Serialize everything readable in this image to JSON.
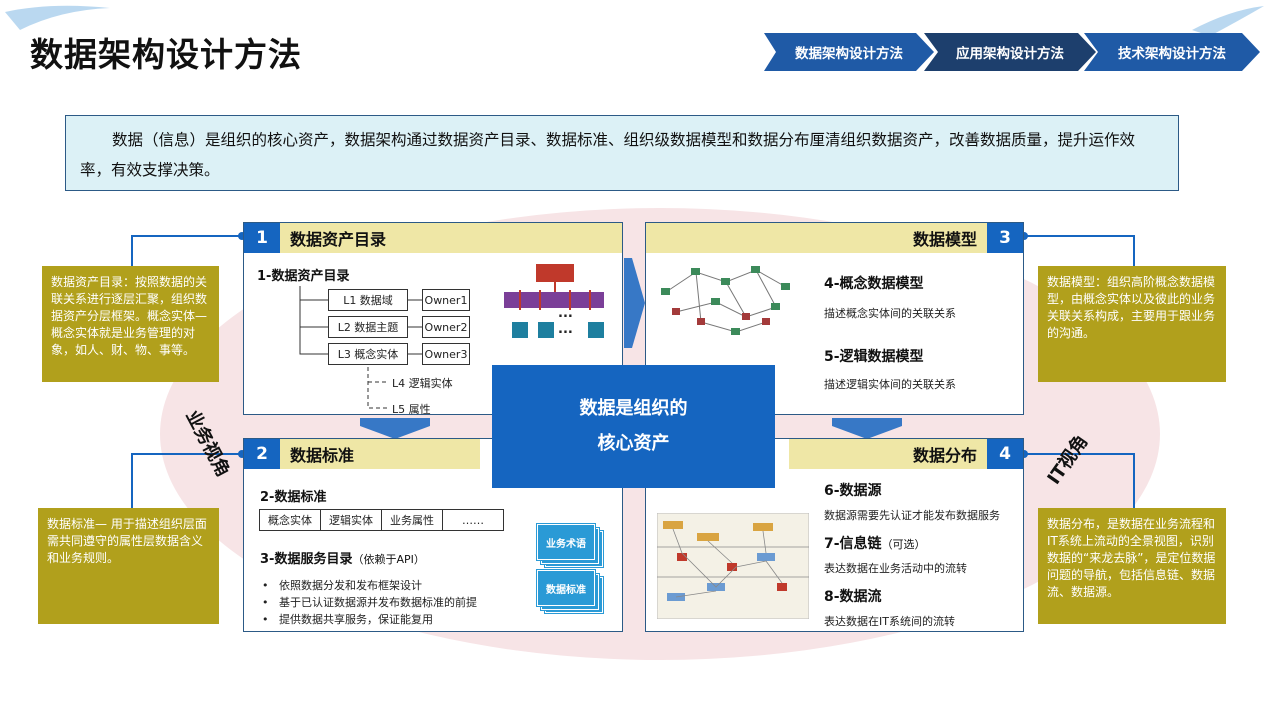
{
  "page_title": "数据架构设计方法",
  "nav_steps": [
    "数据架构设计方法",
    "应用架构设计方法",
    "技术架构设计方法"
  ],
  "intro_text": "数据（信息）是组织的核心资产，数据架构通过数据资产目录、数据标准、组织级数据模型和数据分布厘清组织数据资产，改善数据质量，提升运作效率，有效支撑决策。",
  "core": {
    "line1": "数据是组织的",
    "line2": "核心资产"
  },
  "side_labels": {
    "left": "业务视角",
    "right": "IT视角"
  },
  "panel1": {
    "num": "1",
    "title": "数据资产目录",
    "subtitle": "1-数据资产目录",
    "levels": [
      "L1 数据域",
      "L2 数据主题",
      "L3 概念实体"
    ],
    "owners": [
      "Owner1",
      "Owner2",
      "Owner3"
    ],
    "sub_levels": [
      "L4 逻辑实体",
      "L5 属性"
    ],
    "ellipsis": "..."
  },
  "panel2": {
    "num": "2",
    "title": "数据标准",
    "subtitle": "2-数据标准",
    "std_cells": [
      "概念实体",
      "逻辑实体",
      "业务属性",
      "……"
    ],
    "service_title": "3-数据服务目录",
    "service_note": "（依赖于API）",
    "bullets": [
      "依照数据分发和发布框架设计",
      "基于已认证数据源并发布数据标准的前提",
      "提供数据共享服务，保证能复用"
    ],
    "stack_labels": [
      "业务术语",
      "数据标准"
    ]
  },
  "panel3": {
    "num": "3",
    "title": "数据模型",
    "items": [
      {
        "title": "4-概念数据模型",
        "desc": "描述概念实体间的关联关系"
      },
      {
        "title": "5-逻辑数据模型",
        "desc": "描述逻辑实体间的关联关系"
      }
    ]
  },
  "panel4": {
    "num": "4",
    "title": "数据分布",
    "items": [
      {
        "title": "6-数据源",
        "note": "",
        "desc": "数据源需要先认证才能发布数据服务"
      },
      {
        "title": "7-信息链",
        "note": "（可选）",
        "desc": "表达数据在业务活动中的流转"
      },
      {
        "title": "8-数据流",
        "note": "",
        "desc": "表达数据在IT系统间的流转"
      }
    ]
  },
  "notes": {
    "note1": "数据资产目录：按照数据的关联关系进行逐层汇聚，组织数据资产分层框架。概念实体—概念实体就是业务管理的对象，如人、财、物、事等。",
    "note2": "数据标准— 用于描述组织层面需共同遵守的属性层数据含义和业务规则。",
    "note3": "数据模型：组织高阶概念数据模型，由概念实体以及彼此的业务关联关系构成，主要用于跟业务的沟通。",
    "note4": "数据分布，是数据在业务流程和IT系统上流动的全景视图，识别数据的“来龙去脉”，是定位数据问题的导航，包括信息链、数据流、数据源。"
  },
  "colors": {
    "accent_blue": "#1565c0",
    "navy": "#2c5a86",
    "header_yellow": "#efe7a6",
    "note_olive": "#b1a01c",
    "intro_bg": "#dcf1f6",
    "oval_pink": "#f7e4e6"
  }
}
